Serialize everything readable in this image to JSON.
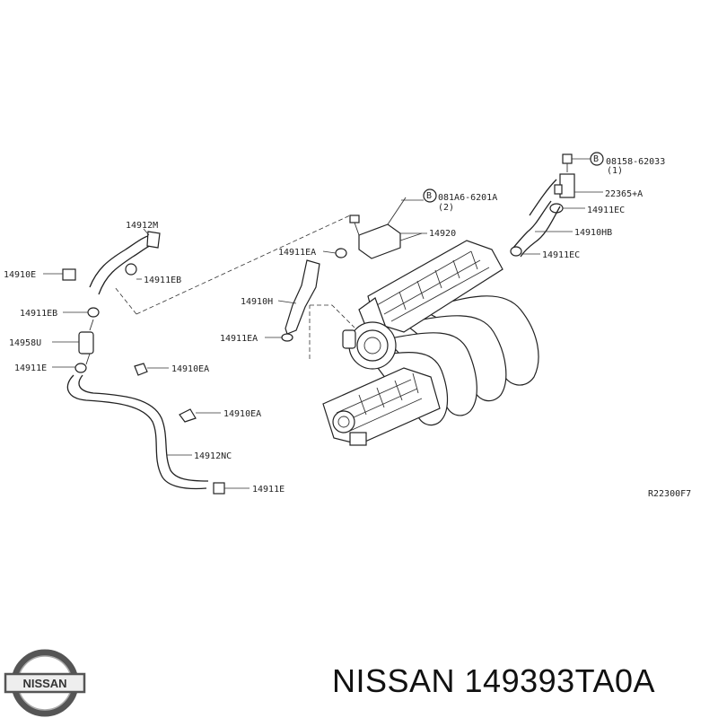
{
  "diagram": {
    "labels": {
      "p08158": "08158-62033",
      "p08158_qty": "(1)",
      "p22365": "22365+A",
      "p14911EC_a": "14911EC",
      "p081A6": "081A6-6201A",
      "p081A6_qty": "(2)",
      "p14920": "14920",
      "p14910HB": "14910HB",
      "p14911EC_b": "14911EC",
      "p14911EA_a": "14911EA",
      "p14912M": "14912M",
      "p14910E": "14910E",
      "p14911EB_a": "14911EB",
      "p14910H": "14910H",
      "p14911EB_b": "14911EB",
      "p14958U": "14958U",
      "p14911EA_b": "14911EA",
      "p14911E_a": "14911E",
      "p14910EA_a": "14910EA",
      "p14910EA_b": "14910EA",
      "p14912NC": "14912NC",
      "p14911E_b": "14911E",
      "code": "R22300F7",
      "bolt_mark": "B"
    }
  },
  "brand": {
    "logo_text": "NISSAN",
    "caption": "NISSAN 149393TA0A"
  }
}
